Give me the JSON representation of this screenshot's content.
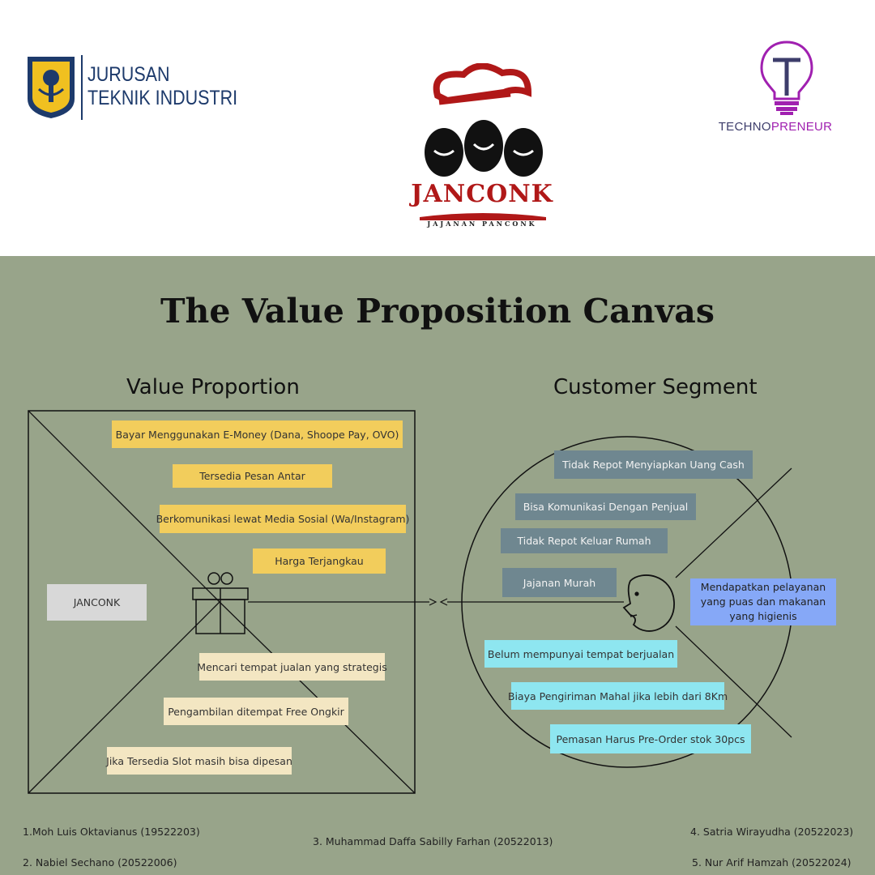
{
  "header": {
    "university_line1": "JURUSAN",
    "university_line2": "TEKNIK INDUSTRI",
    "logo_brand": "JANCONK",
    "logo_sub": "JAJANAN PANCONK",
    "techno_part1": "TECHNO",
    "techno_part2": "PRENEUR"
  },
  "title": "The Value Proposition Canvas",
  "value_section": {
    "title": "Value Proportion",
    "product": "JANCONK",
    "gain_creators": [
      "Bayar Menggunakan E-Money (Dana, Shoope Pay, OVO)",
      "Tersedia Pesan Antar",
      "Berkomunikasi lewat Media Sosial (Wa/Instagram)",
      "Harga Terjangkau"
    ],
    "pain_relievers": [
      "Mencari tempat jualan yang strategis",
      "Pengambilan ditempat Free Ongkir",
      "Jika Tersedia Slot masih bisa dipesan"
    ]
  },
  "customer_section": {
    "title": "Customer Segment",
    "gains": [
      "Tidak Repot Menyiapkan Uang Cash",
      "Bisa Komunikasi Dengan Penjual",
      "Tidak Repot Keluar Rumah",
      "Jajanan Murah"
    ],
    "customer_job": "Mendapatkan pelayanan yang puas dan makanan yang higienis",
    "pains": [
      "Belum mempunyai tempat berjualan",
      "Biaya Pengiriman Mahal jika lebih dari 8Km",
      "Pemasan Harus Pre-Order stok 30pcs"
    ]
  },
  "members": [
    "1.Moh Luis Oktavianus (19522203)",
    "2. Nabiel Sechano (20522006)",
    "3. Muhammad Daffa Sabilly Farhan (20522013)",
    "4. Satria Wirayudha (20522023)",
    "5. Nur Arif Hamzah (20522024)"
  ],
  "colors": {
    "canvas_bg": "#98a48a",
    "gain_creator": "#f2cd5c",
    "pain_reliever": "#f3e6c2",
    "customer_gain": "#6f8790",
    "customer_pain": "#8ee6f0",
    "customer_job": "#86a8f7",
    "brand_red": "#b01818",
    "uii_blue": "#1d3a6b"
  }
}
